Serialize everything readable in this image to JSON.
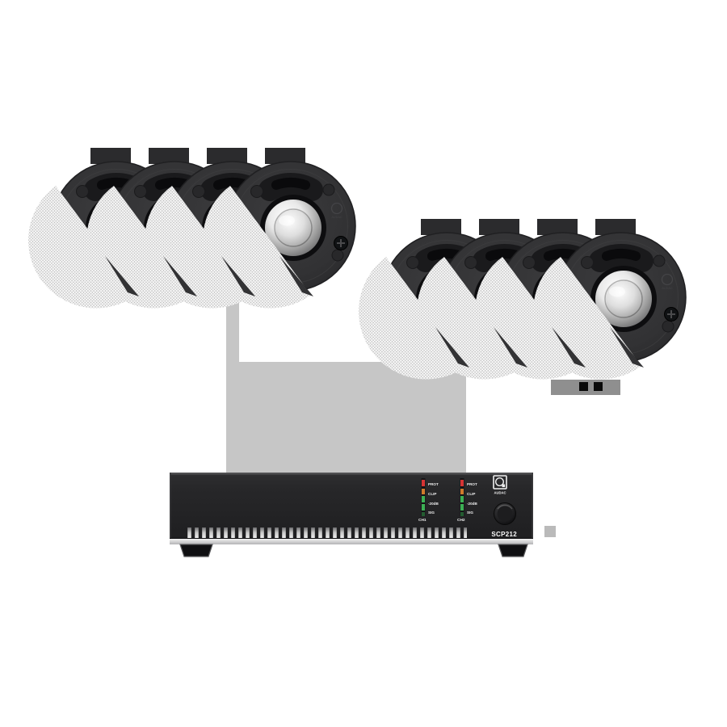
{
  "bundle": {
    "speaker_count_left": 4,
    "speaker_count_right": 4,
    "amplifier_count": 1
  },
  "speakers": {
    "brand_emboss": "AUDAC"
  },
  "amp": {
    "brand": "AUDAC",
    "model": "SCP212",
    "led_labels": [
      "PROT",
      "CLIP",
      "-20dB",
      "SIG"
    ],
    "ch1_label": "CH1",
    "ch2_label": "CH2",
    "led_colors": {
      "prot": "#d63434",
      "clip": "#d07a2c",
      "db20": "#3cb054",
      "sig": "#3cb054",
      "sig_dim": "#245c31"
    }
  },
  "colors": {
    "background": "#ffffff",
    "speaker_body": "#333335",
    "grille_mesh": "#f7f7f7",
    "connector_gray": "#c6c6c6",
    "amp_body": "#232325",
    "silver_strip": "#d9d9d9",
    "label_text": "#ededed"
  }
}
